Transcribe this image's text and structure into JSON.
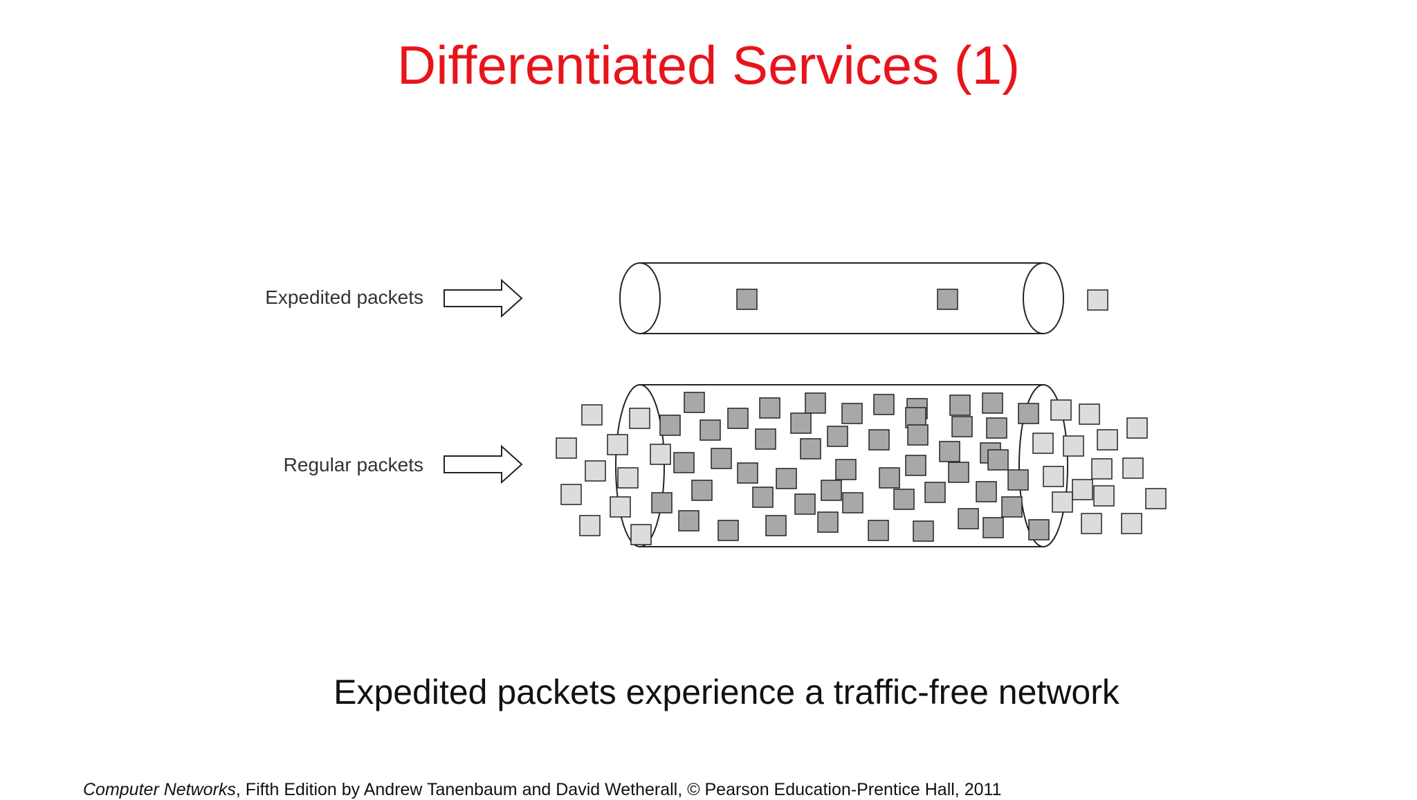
{
  "slide": {
    "title": "Differentiated Services (1)",
    "caption": "Expedited packets experience a traffic-free network",
    "footer": {
      "book_title": "Computer Networks",
      "rest": ", Fifth Edition by Andrew Tanenbaum and David Wetherall, © Pearson Education-Prentice Hall, 2011"
    }
  },
  "diagram": {
    "rows": [
      {
        "label": "Expedited packets"
      },
      {
        "label": "Regular packets"
      }
    ]
  },
  "colors": {
    "title": "#e8141b",
    "packet_inside": "#a8a8a8",
    "packet_outside": "#dcdcdc",
    "stroke": "#222222"
  }
}
